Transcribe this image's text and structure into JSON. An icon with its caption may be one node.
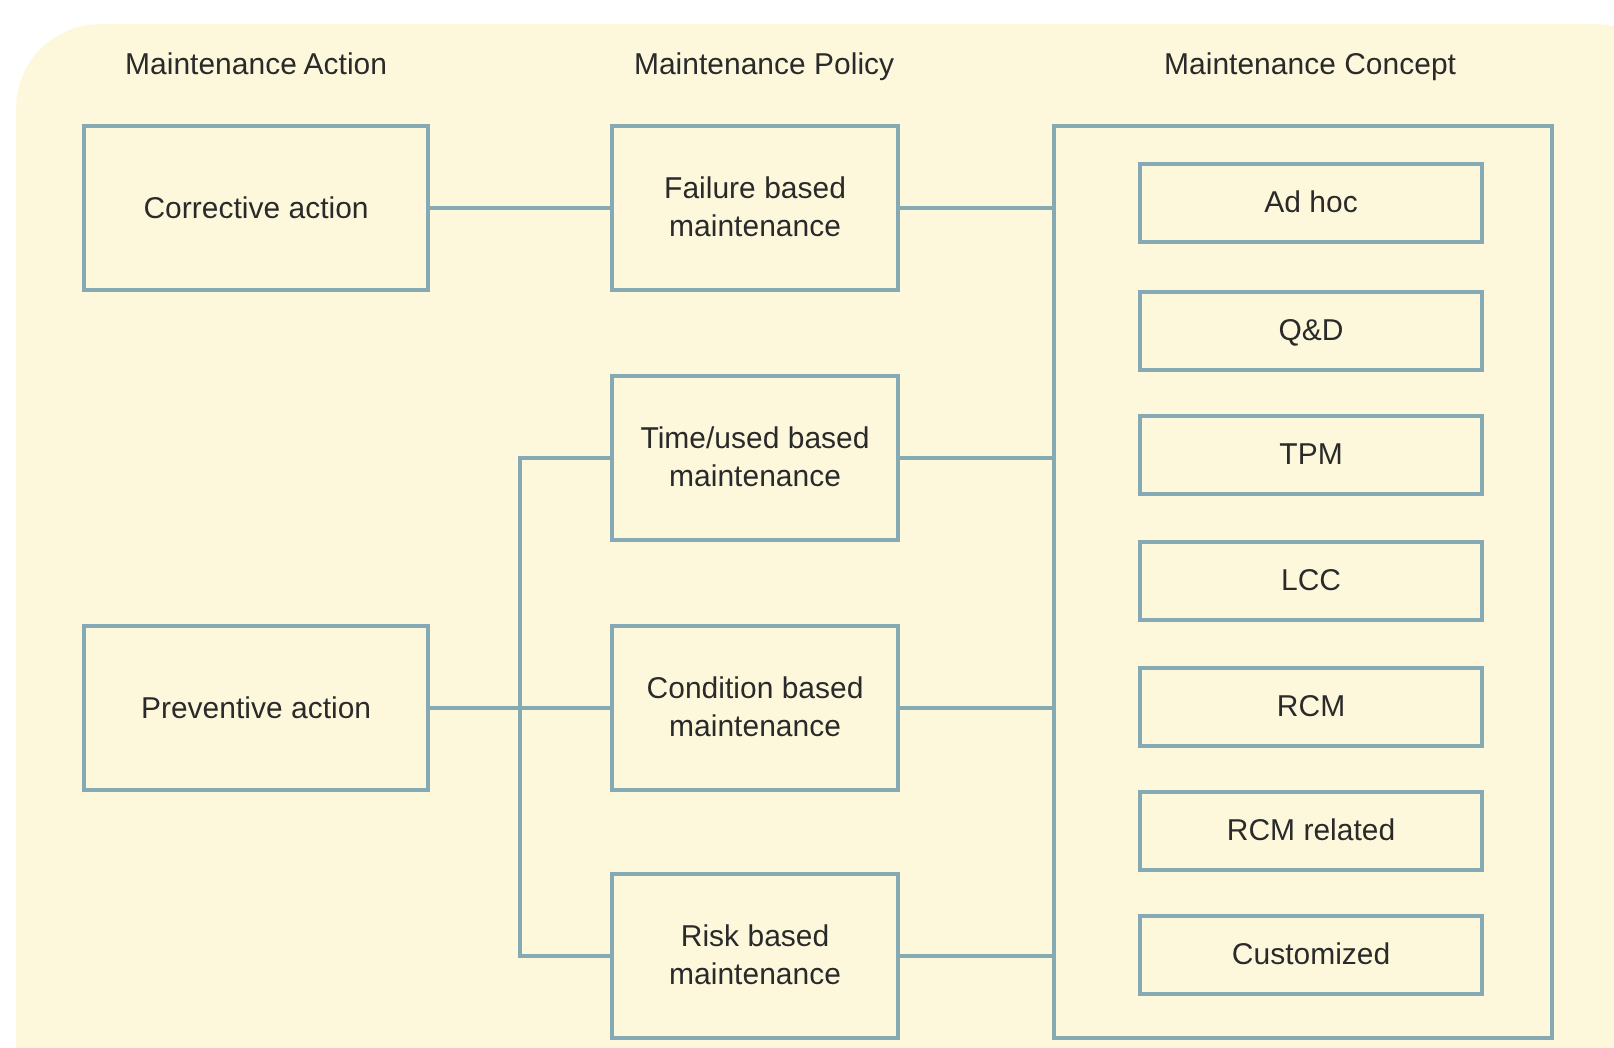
{
  "diagram": {
    "nodes": [
      {
        "text": [
          "Corrective action"
        ]
      },
      {
        "text": [
          "Failure based maintenance"
        ]
      },
      {
        "text": [],
        "shape": "box"
      },
      {
        "text": [
          "Ad hoc"
        ],
        "in": 2
      },
      {
        "text": [
          "Q&D"
        ],
        "in": 2
      },
      {
        "text": [
          "TPM"
        ],
        "in": 2
      },
      {
        "text": [
          "LCC"
        ],
        "in": 2
      },
      {
        "text": [
          "RCM"
        ],
        "in": 2
      },
      {
        "text": [
          "RCM related"
        ],
        "in": 2
      },
      {
        "text": [
          "Customized"
        ],
        "in": 2
      },
      {
        "text": [
          "Time/used based maintenance"
        ]
      },
      {
        "text": [
          "Preventive action"
        ]
      },
      {
        "text": [
          "Condition based maintenance"
        ]
      },
      {
        "text": [
          "Risk based maintenance"
        ]
      }
    ],
    "edges": [
      {
        "from": 0,
        "to": 1,
        "arrow": "none"
      },
      {
        "from": 1,
        "to": 2,
        "arrow": "none"
      },
      {
        "from": 11,
        "to": 10,
        "arrow": "none"
      },
      {
        "from": 11,
        "to": 12,
        "arrow": "none"
      },
      {
        "from": 11,
        "to": 13,
        "arrow": "none"
      },
      {
        "from": 10,
        "to": 2,
        "arrow": "none"
      },
      {
        "from": 12,
        "to": 2,
        "arrow": "none"
      },
      {
        "from": 13,
        "to": 2,
        "arrow": "none"
      }
    ],
    "labels": [
      "Maintenance Action",
      "Maintenance Policy",
      "Maintenance Concept"
    ]
  }
}
